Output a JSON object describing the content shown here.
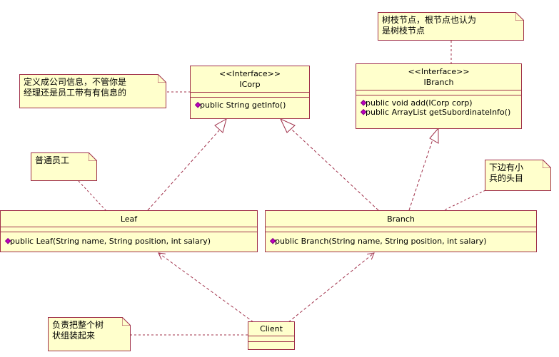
{
  "diagram": {
    "type": "UML class diagram (Composite pattern)",
    "classes": {
      "icorp": {
        "stereotype": "<<Interface>>",
        "name": "ICorp",
        "operations": [
          "public String getInfo()"
        ]
      },
      "ibranch": {
        "stereotype": "<<Interface>>",
        "name": "IBranch",
        "operations": [
          "public void add(ICorp corp)",
          "public ArrayList getSubordinateInfo()"
        ]
      },
      "leaf": {
        "name": "Leaf",
        "operations": [
          "public Leaf(String name, String position, int salary)"
        ]
      },
      "branch": {
        "name": "Branch",
        "operations": [
          "public Branch(String name, String position, int salary)"
        ]
      },
      "client": {
        "name": "Client"
      }
    },
    "notes": {
      "icorp_note": [
        "定义成公司信息，不管你是",
        "经理还是员工带有有信息的"
      ],
      "ibranch_note": [
        "树枝节点，根节点也认为",
        "是树枝节点"
      ],
      "leaf_note": [
        "普通员工"
      ],
      "branch_note": [
        "下边有小",
        "兵的头目"
      ],
      "client_note": [
        "负责把整个树",
        "状组装起来"
      ]
    },
    "relations": [
      {
        "from": "Leaf",
        "to": "ICorp",
        "kind": "realization"
      },
      {
        "from": "Branch",
        "to": "ICorp",
        "kind": "realization"
      },
      {
        "from": "Branch",
        "to": "IBranch",
        "kind": "realization"
      },
      {
        "from": "Client",
        "to": "Leaf",
        "kind": "dependency"
      },
      {
        "from": "Client",
        "to": "Branch",
        "kind": "dependency"
      }
    ],
    "colors": {
      "border": "#a0304a",
      "fill": "#ffffcc",
      "operation_marker": "#c000c0"
    }
  }
}
